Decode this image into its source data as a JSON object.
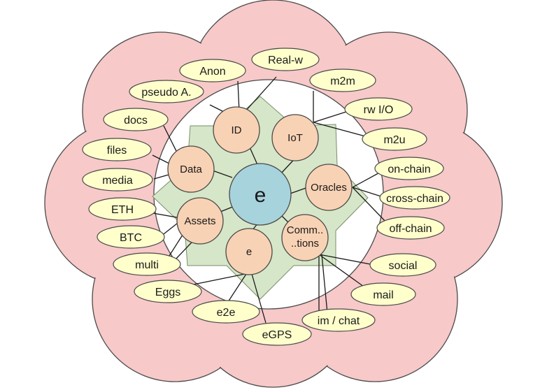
{
  "center": {
    "label": "e"
  },
  "hubs": {
    "id": "ID",
    "iot": "IoT",
    "data": "Data",
    "oracles": "Oracles",
    "assets": "Assets",
    "comm1": "Comm..",
    "comm2": "..tions",
    "e": "e"
  },
  "leaves": {
    "anon": "Anon",
    "realw": "Real-w",
    "pseudo": "pseudo A.",
    "m2m": "m2m",
    "rwio": "rw I/O",
    "docs": "docs",
    "m2u": "m2u",
    "files": "files",
    "onchain": "on-chain",
    "media": "media",
    "crosschain": "cross-chain",
    "eth": "ETH",
    "offchain": "off-chain",
    "btc": "BTC",
    "social": "social",
    "multi": "multi",
    "eggs": "Eggs",
    "mail": "mail",
    "e2e": "e2e",
    "imchat": "im / chat",
    "egps": "eGPS"
  },
  "colors": {
    "cloud": "#f7c9c9",
    "cloud_stroke": "#4a4a4a",
    "inner": "#ffffff",
    "star": "#d6e6c8",
    "center": "#a7d3dd",
    "hub": "#f8d2b4",
    "leaf": "#ffffcc"
  }
}
